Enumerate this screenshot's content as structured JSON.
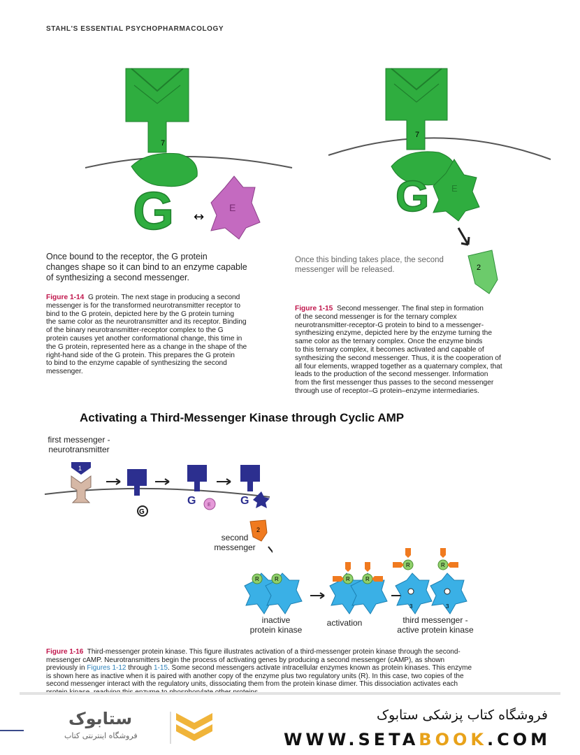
{
  "running_head": "STAHL'S ESSENTIAL PSYCHOPHARMACOLOGY",
  "figure_14": {
    "receptor_number": "7",
    "g_letter": "G",
    "enzyme_letter": "E",
    "note_lines": [
      "Once bound to the receptor, the G protein",
      "changes shape so it can bind to an enzyme capable",
      "of synthesizing a second messenger."
    ],
    "caption_label": "Figure 1-14",
    "caption_lines": [
      "G protein.  The next stage in producing a second",
      "messenger is for the transformed neurotransmitter receptor to",
      "bind to the G protein, depicted here by the G protein turning",
      "the same color as the neurotransmitter and its receptor. Binding",
      "of the binary neurotransmitter-receptor complex to the G",
      "protein causes yet another conformational change, this time in",
      "the G protein, represented here as a change in the shape of the",
      "right-hand side of the G protein. This prepares the G protein",
      "to bind to the enzyme capable of synthesizing the second",
      "messenger."
    ]
  },
  "figure_15": {
    "receptor_number": "7",
    "g_letter": "G",
    "enzyme_letter": "E",
    "messenger_number": "2",
    "note_lines": [
      "Once this binding takes place, the second",
      "messenger will be released."
    ],
    "caption_label": "Figure 1-15",
    "caption_lines": [
      "Second messenger.  The final step in formation",
      "of the second messenger is for the ternary complex",
      "neurotransmitter-receptor-G protein to bind to a messenger-",
      "synthesizing enzyme, depicted here by the enzyme turning the",
      "same color as the ternary complex. Once the enzyme binds",
      "to this ternary complex, it becomes activated and capable of",
      "synthesizing the second messenger. Thus, it is the cooperation of",
      "all four elements, wrapped together as a quaternary complex, that",
      "leads to the production of the second messenger. Information",
      "from the first messenger thus passes to the second messenger",
      "through use of receptor–G protein–enzyme intermediaries."
    ]
  },
  "figure_16": {
    "title": "Activating a Third-Messenger Kinase through Cyclic AMP",
    "label_first_messenger": [
      "first messenger -",
      "neurotransmitter"
    ],
    "label_second_messenger": [
      "second",
      "messenger"
    ],
    "label_inactive": [
      "inactive",
      "protein kinase"
    ],
    "label_activation": "activation",
    "label_third": [
      "third messenger -",
      "active protein kinase"
    ],
    "transmitter_number": "1",
    "messenger_number": "2",
    "kinase_number": "3",
    "regulatory_letter": "R",
    "g_letter": "G",
    "enzyme_letter": "E",
    "caption_label": "Figure 1-16",
    "caption_p1": "Third-messenger protein kinase.  This figure illustrates activation of a third-messenger protein kinase through the second-",
    "caption_p2": "messenger cAMP. Neurotransmitters begin the process of activating genes by producing a second messenger (cAMP), as shown",
    "caption_p3a": "previously in ",
    "caption_ref1": "Figures 1-12",
    "caption_p3b": " through ",
    "caption_ref2": "1-15",
    "caption_p3c": ". Some second messengers activate intracellular enzymes known as protein kinases. This enzyme",
    "caption_p4": "is shown here as inactive when it is paired with another copy of the enzyme plus two regulatory units (R). In this case, two copies of the",
    "caption_p5": "second messenger interact with the regulatory units, dissociating them from the protein kinase dimer. This dissociation activates each",
    "caption_p6": "protein kinase, readying this enzyme to phosphorylate other proteins."
  },
  "footer": {
    "shop_name": "فروشگاه کتاب پزشکی ستابوک",
    "url_pre": "WWW.SETA",
    "url_hl": "BOOK",
    "url_post": ".COM",
    "logo_name": "ستابوک",
    "logo_tagline": "فروشگاه اینترنتی کتاب"
  },
  "colors": {
    "green": "#2fad3f",
    "green_dark": "#1f7f2c",
    "green_light": "#6ccb6b",
    "magenta": "#c46ac0",
    "navy": "#2c2f8f",
    "blue_cyan": "#3ab0e6",
    "orange": "#f07a1f",
    "regulatory_green": "#8fd06b",
    "beige": "#d6b8a6",
    "caption_red": "#c0154b",
    "link_blue": "#2a7fb8",
    "logo_gold": "#f0b43a"
  }
}
